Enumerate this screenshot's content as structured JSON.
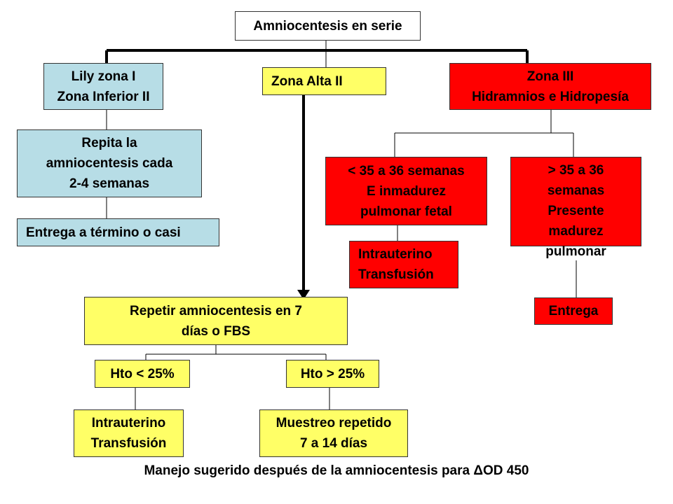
{
  "root": {
    "label": "Amniocentesis en serie"
  },
  "zone1": {
    "lines": [
      "Lily zona I",
      "Zona Inferior II"
    ]
  },
  "zone2": {
    "label": "Zona Alta II"
  },
  "zone3": {
    "lines": [
      "Zona III",
      "Hidramnios e Hidropesía"
    ]
  },
  "repeat_left": {
    "lines": [
      "Repita la",
      "amniocentesis cada",
      "2-4 semanas"
    ]
  },
  "delivery_left": {
    "label": "Entrega a término o casi"
  },
  "lt35": {
    "lines": [
      "< 35 a 36 semanas",
      "E inmadurez",
      "pulmonar fetal"
    ]
  },
  "gt35": {
    "lines": [
      "> 35 a 36",
      "semanas",
      "Presente",
      "madurez",
      "pulmonar"
    ]
  },
  "transfusion_red": {
    "lines": [
      "Intrauterino",
      "Transfusión"
    ]
  },
  "delivery_red": {
    "label": "Entrega"
  },
  "repeat_mid": {
    "lines": [
      "Repetir amniocentesis en 7",
      "días o FBS"
    ]
  },
  "hto_low": {
    "label": "Hto < 25%"
  },
  "hto_high": {
    "label": "Hto > 25%"
  },
  "transfusion_yellow": {
    "lines": [
      "Intrauterino",
      "Transfusión"
    ]
  },
  "resample": {
    "lines": [
      "Muestreo repetido",
      "7 a 14 días"
    ]
  },
  "caption": "Manejo sugerido después de la amniocentesis para ΔOD 450",
  "colors": {
    "blue": "#b7dde6",
    "yellow": "#ffff66",
    "red": "#ff0000"
  }
}
